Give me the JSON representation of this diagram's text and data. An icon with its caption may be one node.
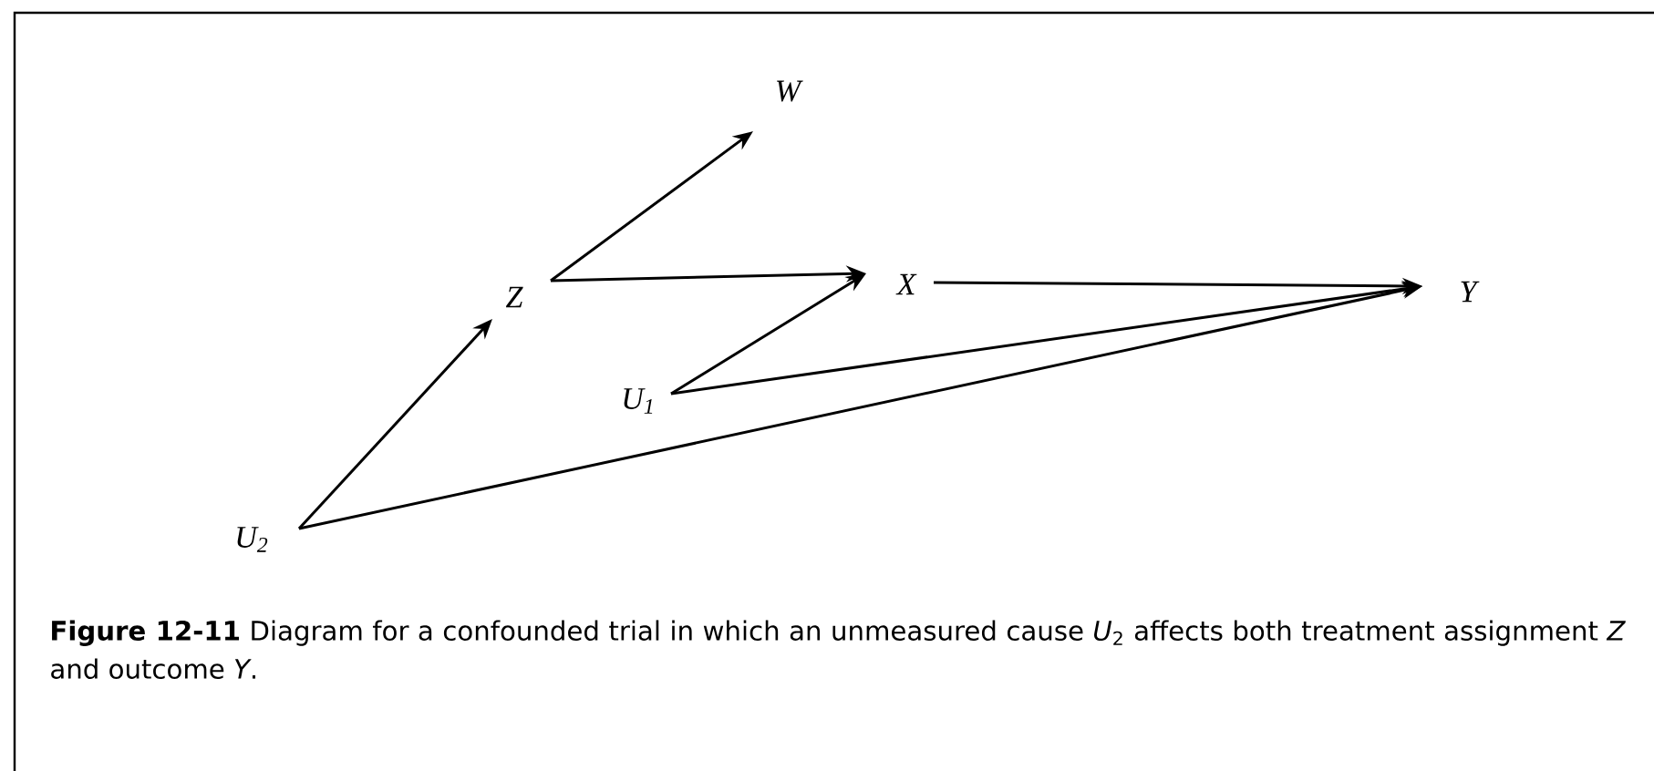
{
  "diagram": {
    "caption": "**Figure 12-11**   Diagram for a confounded trial in which an unmeasured cause *U*$_{2}$ affects both treatment assignment *Z* and outcome *Y*.",
    "nodes": [
      {
        "text": [
          "W"
        ]
      },
      {
        "text": [
          "Z"
        ]
      },
      {
        "text": [
          "X"
        ]
      },
      {
        "text": [
          "Y"
        ]
      },
      {
        "text": [
          "U$_{1}$"
        ]
      },
      {
        "text": [
          "U$_{2}$"
        ]
      }
    ],
    "edges": [
      {
        "from": 1,
        "to": 0,
        "arrow": "to"
      },
      {
        "from": 1,
        "to": 2,
        "arrow": "to"
      },
      {
        "from": 2,
        "to": 3,
        "arrow": "to"
      },
      {
        "from": 4,
        "to": 2,
        "arrow": "to"
      },
      {
        "from": 4,
        "to": 3,
        "arrow": "to"
      },
      {
        "from": 5,
        "to": 1,
        "arrow": "to"
      },
      {
        "from": 5,
        "to": 3,
        "arrow": "to"
      }
    ]
  }
}
